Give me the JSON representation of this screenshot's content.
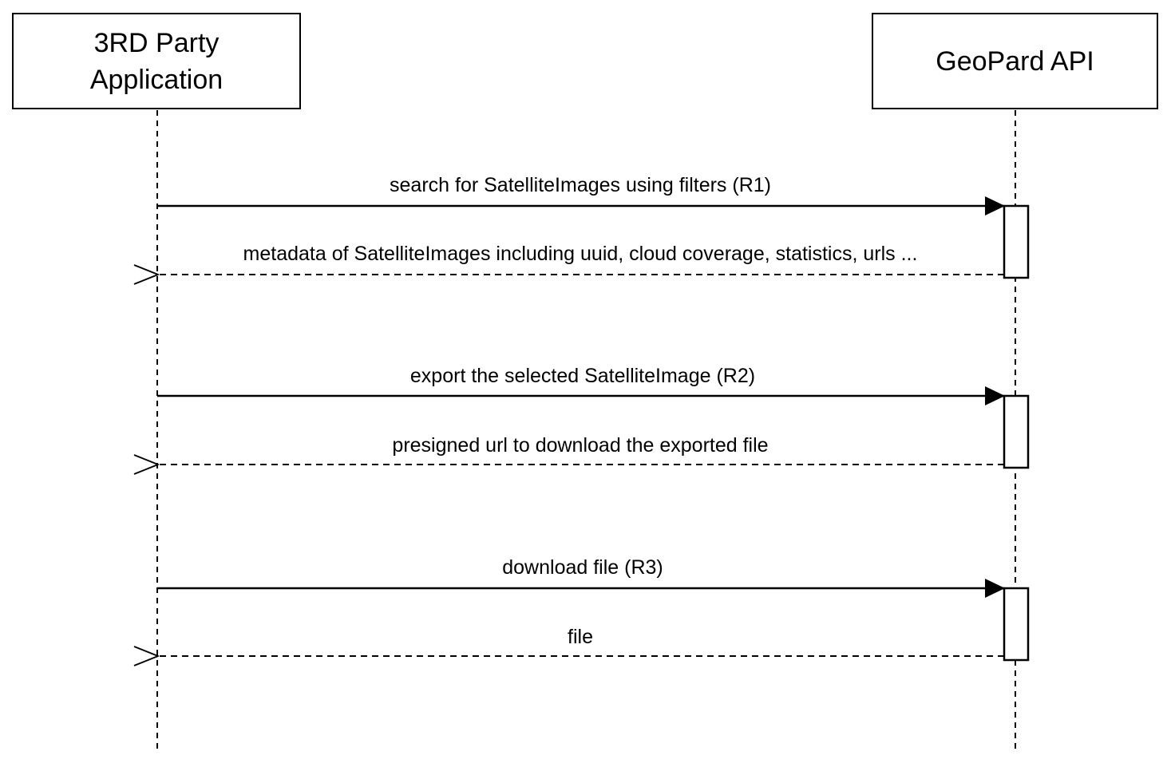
{
  "participants": [
    {
      "id": "app",
      "label_line1": "3RD Party",
      "label_line2": "Application"
    },
    {
      "id": "api",
      "label": "GeoPard API"
    }
  ],
  "messages": [
    {
      "kind": "request",
      "label": "search for SatelliteImages using filters (R1)"
    },
    {
      "kind": "response",
      "label": "metadata of SatelliteImages including uuid, cloud coverage, statistics, urls ..."
    },
    {
      "kind": "request",
      "label": "export the selected SatelliteImage (R2)"
    },
    {
      "kind": "response",
      "label": "presigned url to download the exported file"
    },
    {
      "kind": "request",
      "label": "download file (R3)"
    },
    {
      "kind": "response",
      "label": "file"
    }
  ]
}
